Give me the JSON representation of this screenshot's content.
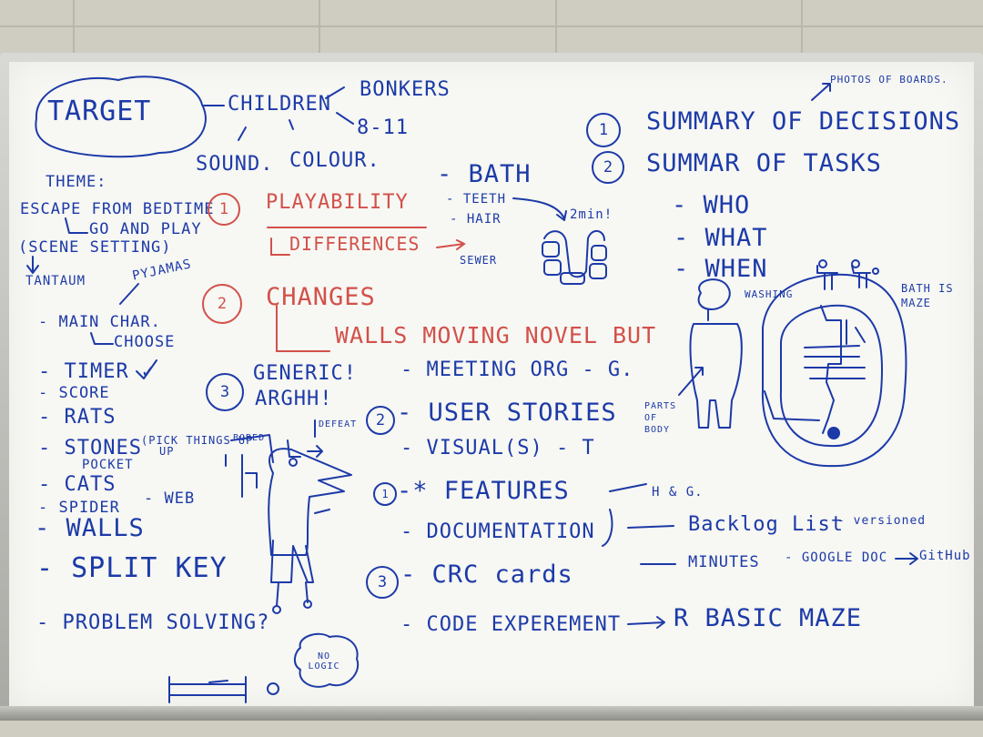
{
  "scene": {
    "wall_color": "#cfcdc2",
    "board_color": "#f7f7f3",
    "marker_colors": {
      "blue": "#1c3aa8",
      "red": "#d2514a"
    }
  },
  "left": {
    "target": "TARGET",
    "children": "CHILDREN",
    "bonkers": "BONKERS",
    "age": "8-11",
    "sound": "SOUND.",
    "colour": "COLOUR.",
    "theme": "THEME:",
    "escape": "ESCAPE FROM BEDTIME",
    "go_play": "GO AND PLAY",
    "scene_setting": "(SCENE SETTING)",
    "tantrum": "TANTAUM",
    "pyjamas": "PYJAMAS",
    "main_char": "- MAIN CHAR.",
    "choose": "CHOOSE",
    "items": [
      {
        "label": "- TIMER ✓"
      },
      {
        "label": "- SCORE"
      },
      {
        "label": "- RATS"
      },
      {
        "label": "- STONES"
      },
      {
        "label": "POCKET"
      },
      {
        "label": "- CATS"
      },
      {
        "label": "- SPIDER"
      },
      {
        "label": "- WALLS"
      },
      {
        "label": "- SPLIT KEY"
      },
      {
        "label": "- PROBLEM SOLVING?"
      }
    ],
    "pick_things_up": "(PICK THINGS UP",
    "pick_up_tail": "UP",
    "web": "- WEB",
    "no_logic": "NO LOGIC"
  },
  "middle": {
    "num_1": "1",
    "num_2": "2",
    "num_3": "3",
    "playability": "PLAYABILITY",
    "differences": "DIFFERENCES",
    "changes": "CHANGES",
    "walls_moving": "WALLS MOVING NOVEL BUT",
    "generic": "GENERIC!",
    "arghh": "ARGHH!",
    "bath": "- BATH",
    "teeth": "- TEETH",
    "hair": "- HAIR",
    "two_min": "2min!",
    "sewer": "SEWER",
    "bored": "BORED",
    "defeat": "DEFEAT"
  },
  "tasks": {
    "meeting_org": "- MEETING ORG - G.",
    "user_stories_num": "2",
    "user_stories": "- USER STORIES",
    "visuals": "- VISUAL(S) - T",
    "features_num": "1",
    "features": "-* FEATURES",
    "documentation": "- DOCUMENTATION",
    "crc_num": "3",
    "crc": "- CRC cards",
    "code": "- CODE EXPEREMENT",
    "basic_maze": "R BASIC MAZE",
    "hg": "H & G.",
    "backlog": "Backlog List",
    "versioned": "- versioned",
    "minutes": "MINUTES",
    "google_doc": "- GOOGLE DOC",
    "github": "GitHub"
  },
  "right": {
    "photos": "PHOTOS OF BOARDS.",
    "num_1": "1",
    "num_2": "2",
    "summary_decisions": "SUMMARY OF DECISIONS",
    "summary_tasks": "SUMMAR OF TASKS",
    "who": "- WHO",
    "what": "- WHAT",
    "when": "- WHEN",
    "washing": "WASHING",
    "bath_maze": "BATH IS MAZE",
    "parts_of_body": "PARTS OF BODY"
  }
}
